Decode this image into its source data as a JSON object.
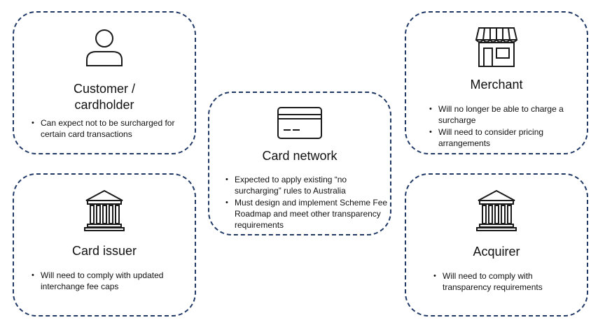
{
  "colors": {
    "border": "#1f3864",
    "icon": "#1a1a1a"
  },
  "customer": {
    "icon": "person-icon",
    "title_line1": "Customer /",
    "title_line2": "cardholder",
    "bullets": [
      "Can expect not to be surcharged for certain card transactions"
    ]
  },
  "card_network": {
    "icon": "credit-card-icon",
    "title": "Card network",
    "bullets": [
      "Expected to apply existing “no surcharging” rules to Australia",
      "Must design and implement Scheme Fee Roadmap and meet other transparency requirements"
    ]
  },
  "merchant": {
    "icon": "storefront-icon",
    "title": "Merchant",
    "bullets": [
      "Will no longer be able to charge a surcharge",
      "Will need to consider pricing arrangements"
    ]
  },
  "card_issuer": {
    "icon": "bank-icon",
    "title": "Card issuer",
    "bullets": [
      "Will need to comply with updated interchange fee caps"
    ]
  },
  "acquirer": {
    "icon": "bank-icon",
    "title": "Acquirer",
    "bullets": [
      "Will need to comply with transparency requirements"
    ]
  }
}
